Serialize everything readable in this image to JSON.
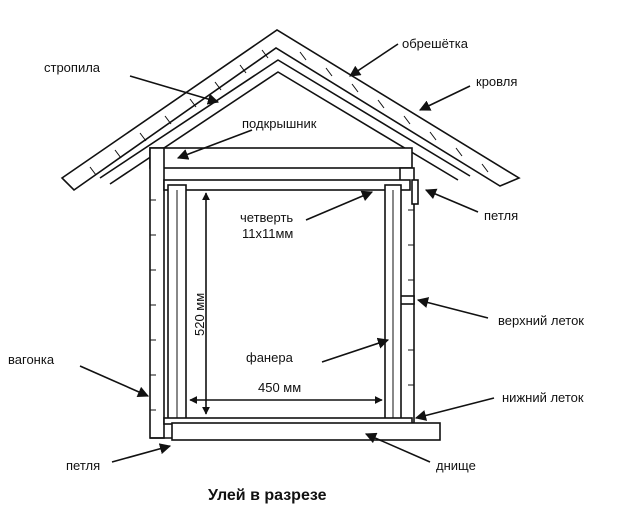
{
  "title": "Улей в разрезе",
  "labels": {
    "stropila": "стропила",
    "obreshetka": "обрешётка",
    "krovlya": "кровля",
    "podkryshnik": "подкрышник",
    "chetvert_line1": "четверть",
    "chetvert_line2": "11х11мм",
    "petlya_top": "петля",
    "verkhniy_letok": "верхний леток",
    "fanera": "фанера",
    "vagonka": "вагонка",
    "nizhniy_letok": "нижний леток",
    "petlya_bottom": "петля",
    "dnishche": "днище"
  },
  "dimensions": {
    "height": "520 мм",
    "width": "450 мм"
  }
}
